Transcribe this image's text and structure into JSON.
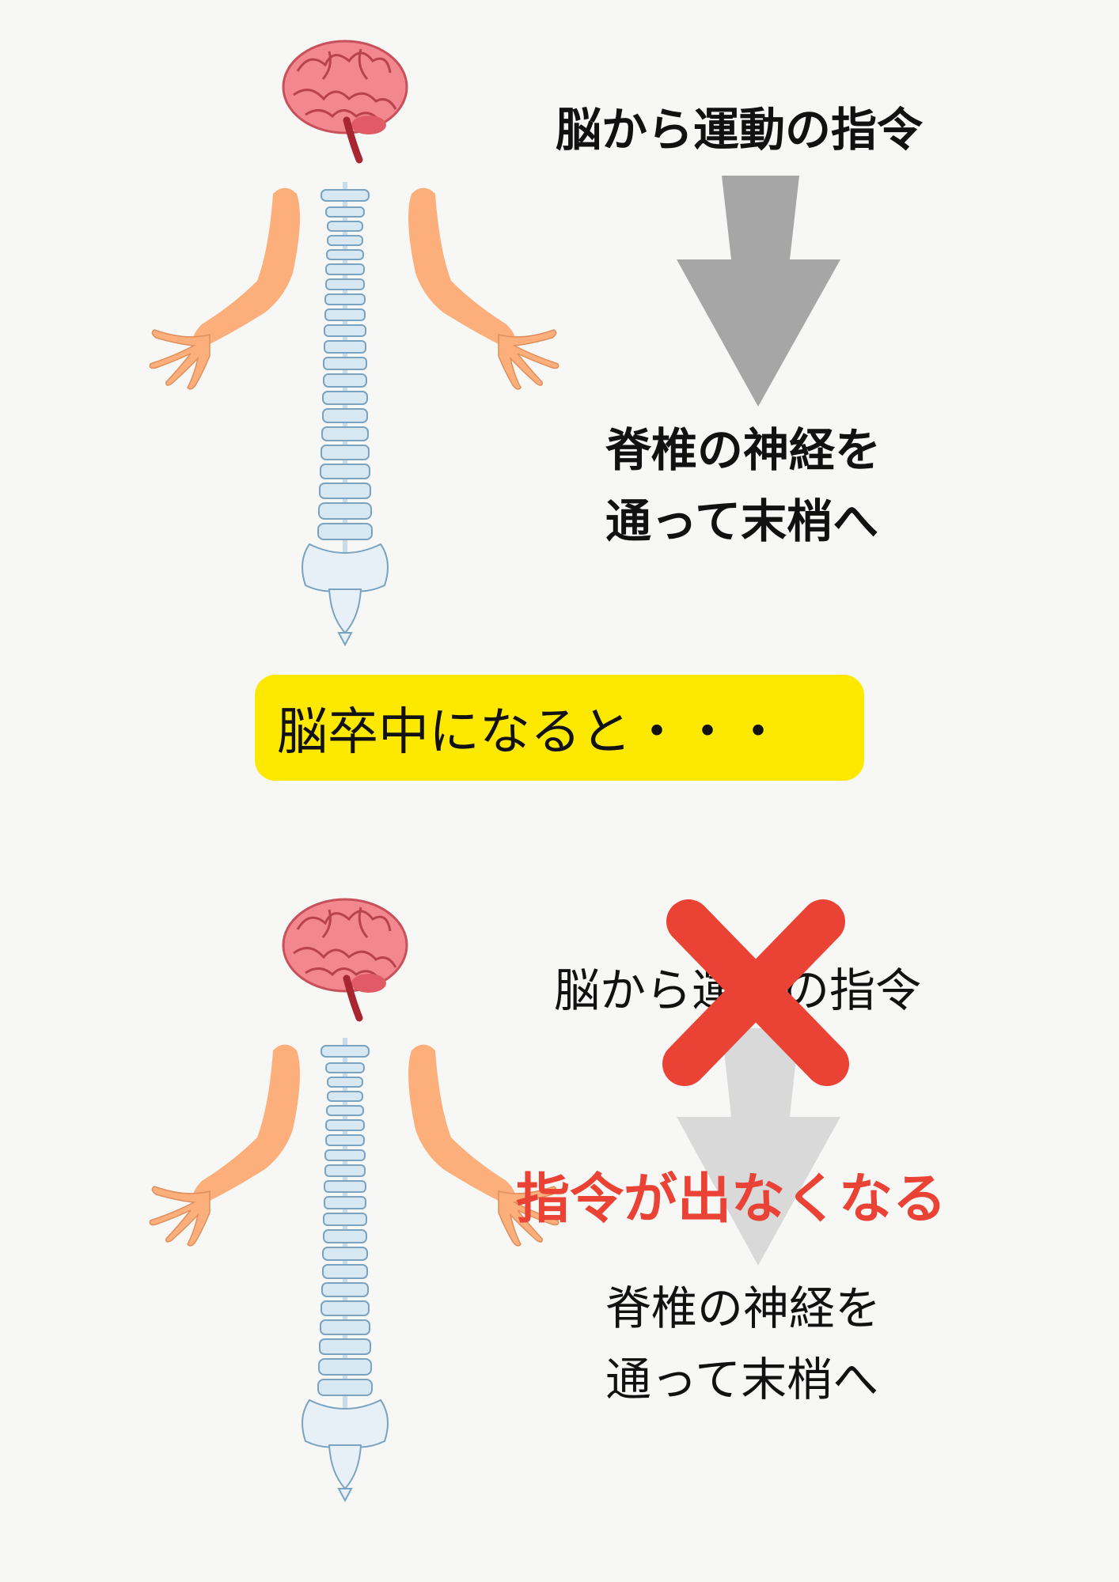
{
  "top": {
    "command_text": "脳から運動の指令",
    "path_line1": "脊椎の神経を",
    "path_line2": "通って末梢へ"
  },
  "callout": {
    "text": "脳卒中になると・・・"
  },
  "bottom": {
    "command_text": "脳から運動の指令",
    "blocked_text": "指令が出なくなる",
    "path_line1": "脊椎の神経を",
    "path_line2": "通って末梢へ"
  },
  "colors": {
    "background": "#f7f8f6",
    "arrow_top": "#a6a6a6",
    "arrow_bottom": "#d9d9d9",
    "callout": "#fde900",
    "cross": "#ea4335",
    "skin": "#fcae7b",
    "brain": "#f2878f",
    "spine": "#a9cde3"
  },
  "icons": {
    "brain": "brain-icon",
    "spine": "spine-icon",
    "arm": "arm-icon",
    "cross": "cross-icon",
    "arrow": "arrow-down-icon"
  }
}
